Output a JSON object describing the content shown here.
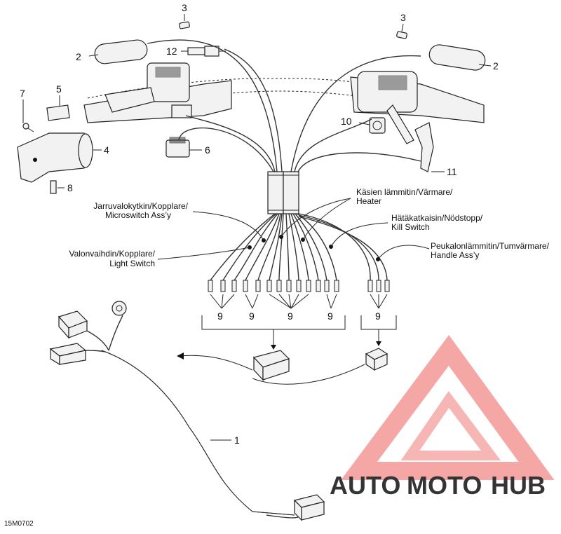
{
  "diagram_code": "15M0702",
  "callouts": {
    "c1": "1",
    "c2a": "2",
    "c2b": "2",
    "c3a": "3",
    "c3b": "3",
    "c4": "4",
    "c5": "5",
    "c6": "6",
    "c7": "7",
    "c8": "8",
    "c10": "10",
    "c11": "11",
    "c12": "12",
    "c9a": "9",
    "c9b": "9",
    "c9c": "9",
    "c9d": "9",
    "c9e": "9"
  },
  "labels": {
    "brake_switch_1": "Jarruvalokytkin/Kopplare/",
    "brake_switch_2": "Microswitch Ass’y",
    "light_switch_1": "Valonvaihdin/Kopplare/",
    "light_switch_2": "Light Switch",
    "heater_1": "Käsien lämmitin/Värmare/",
    "heater_2": "Heater",
    "kill_switch_1": "Hätäkatkaisin/Nödstopp/",
    "kill_switch_2": "Kill Switch",
    "thumb_heater_1": "Peukalonlämmitin/Tumvärmare/",
    "thumb_heater_2": "Handle Ass’y"
  },
  "watermark": {
    "part1": "AUTO",
    "part2": "MOTO",
    "part3": "HUB",
    "color_orange": "#f5a623",
    "color_red": "#e8413c",
    "color_gray": "#777777"
  }
}
